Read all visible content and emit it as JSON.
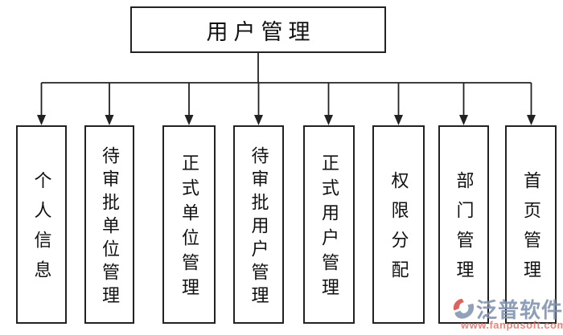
{
  "diagram": {
    "root": {
      "label": "用户管理"
    },
    "children": [
      {
        "label": "个人信息"
      },
      {
        "label": "待审批单位管理"
      },
      {
        "label": "正式单位管理"
      },
      {
        "label": "待审批用户管理"
      },
      {
        "label": "正式用户管理"
      },
      {
        "label": "权限分配"
      },
      {
        "label": "部门管理"
      },
      {
        "label": "首页管理"
      }
    ]
  },
  "watermark": {
    "brand": "泛普软件",
    "url": "www.fanpusoft.com",
    "logo_icon": "fanpu-logo",
    "colors": {
      "brand_text": "#7e91ac",
      "url_text": "#e2685c",
      "logo_red": "#d44a42",
      "logo_blue": "#7e91ac"
    }
  },
  "canvas": {
    "background": "#ffffff",
    "line_color": "#222222"
  }
}
